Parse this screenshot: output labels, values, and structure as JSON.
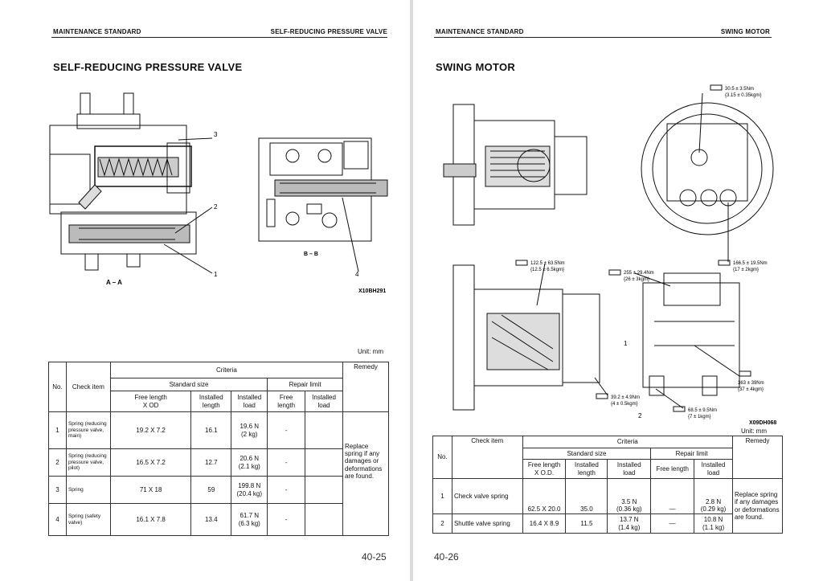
{
  "left": {
    "header_left": "MAINTENANCE STANDARD",
    "header_right": "SELF-REDUCING PRESSURE VALVE",
    "title": "SELF-REDUCING PRESSURE VALVE",
    "fig_labels": {
      "n1": "1",
      "n2": "2",
      "n3": "3",
      "n4": "4",
      "aa": "A – A",
      "bb": "B – B",
      "code": "X10BH291"
    },
    "unit": "Unit: mm",
    "table": {
      "h_no": "No.",
      "h_item": "Check item",
      "h_criteria": "Criteria",
      "h_remedy": "Remedy",
      "h_std": "Standard size",
      "h_repair": "Repair limit",
      "h_free_od": "Free length\nX OD",
      "h_inst_len": "Installed\nlength",
      "h_inst_load": "Installed\nload",
      "h_free_len": "Free\nlength",
      "h_inst_load2": "Installed\nload",
      "rows": [
        {
          "no": "1",
          "item": "Spring (reducing pressure valve, main)",
          "free": "19.2 X 7.2",
          "len": "16.1",
          "load": "19.6 N\n(2 kg)",
          "rl": "-"
        },
        {
          "no": "2",
          "item": "Spring (reducing pressure valve, pilot)",
          "free": "16.5 X 7.2",
          "len": "12.7",
          "load": "20.6 N\n(2.1 kg)",
          "rl": "-"
        },
        {
          "no": "3",
          "item": "Spring",
          "free": "71 X 18",
          "len": "59",
          "load": "199.8 N\n(20.4 kg)",
          "rl": "-"
        },
        {
          "no": "4",
          "item": "Spring (safety valve)",
          "free": "16.1 X 7.8",
          "len": "13.4",
          "load": "61.7 N\n(6.3 kg)",
          "rl": "-"
        }
      ],
      "remedy": "Replace spring if any damages or deformations are found."
    },
    "page_number": "40-25"
  },
  "right": {
    "header_left": "MAINTENANCE STANDARD",
    "header_right": "SWING MOTOR",
    "title": "SWING MOTOR",
    "torques": {
      "t1a": "30.5 ± 3.5Nm",
      "t1b": "{3.15 ± 0.35kgm}",
      "t2a": "166.5 ± 19.5Nm",
      "t2b": "{17 ± 2kgm}",
      "t3a": "122.5 ± 63.5Nm",
      "t3b": "{12.5 ± 6.5kgm}",
      "t4a": "255 ± 29.4Nm",
      "t4b": "{26 ± 3kgm}",
      "t5a": "363 ± 39Nm",
      "t5b": "{37 ± 4kgm}",
      "t6a": "39.2 ± 4.9Nm",
      "t6b": "{4 ± 0.5kgm}",
      "t7a": "68.5 ± 9.5Nm",
      "t7b": "{7 ± 1kgm}"
    },
    "fig_labels": {
      "n1": "1",
      "n2": "2",
      "code": "X09DH068"
    },
    "unit": "Unit: mm",
    "table": {
      "h_no": "No.",
      "h_item": "Check item",
      "h_criteria": "Criteria",
      "h_remedy": "Remedy",
      "h_std": "Standard size",
      "h_repair": "Repair limit",
      "h_free_od": "Free length\nX O.D.",
      "h_inst_len": "Installed\nlength",
      "h_inst_load": "Installed\nload",
      "h_free_len": "Free length",
      "h_inst_load2": "Installed\nload",
      "rows": [
        {
          "no": "1",
          "item": "Check valve spring",
          "free": "62.5 X 20.0",
          "len": "35.0",
          "load": "3.5 N\n(0.36 kg)",
          "rl_free": "—",
          "rl_load": "2.8 N\n(0.29 kg)"
        },
        {
          "no": "2",
          "item": "Shuttle valve spring",
          "free": "16.4 X 8.9",
          "len": "11.5",
          "load": "13.7 N\n(1.4 kg)",
          "rl_free": "—",
          "rl_load": "10.8 N\n(1.1 kg)"
        }
      ],
      "remedy": "Replace spring if any damages or deformations are found."
    },
    "page_number": "40-26"
  }
}
